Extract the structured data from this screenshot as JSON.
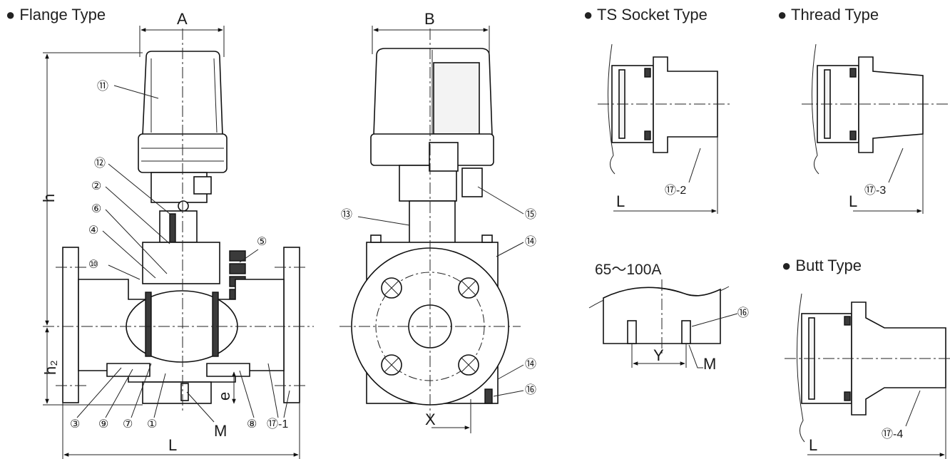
{
  "headings": {
    "flange": "Flange Type",
    "ts_socket": "TS Socket Type",
    "thread": "Thread Type",
    "butt": "Butt Type",
    "size_note": "65～100A"
  },
  "dimensions": {
    "A": "A",
    "B": "B",
    "h": "h",
    "h2": "h₂",
    "e": "e",
    "L": "L",
    "M": "M",
    "X": "X",
    "Y": "Y"
  },
  "callouts": {
    "c1": "①",
    "c2": "②",
    "c3": "③",
    "c4": "④",
    "c5": "⑤",
    "c6": "⑥",
    "c7": "⑦",
    "c8": "⑧",
    "c9": "⑨",
    "c10": "⑩",
    "c11": "⑪",
    "c12": "⑫",
    "c13": "⑬",
    "c14": "⑭",
    "c15": "⑮",
    "c16": "⑯",
    "c17_1": "⑰-1",
    "c17_2": "⑰-2",
    "c17_3": "⑰-3",
    "c17_4": "⑰-4"
  },
  "bullet": "●"
}
